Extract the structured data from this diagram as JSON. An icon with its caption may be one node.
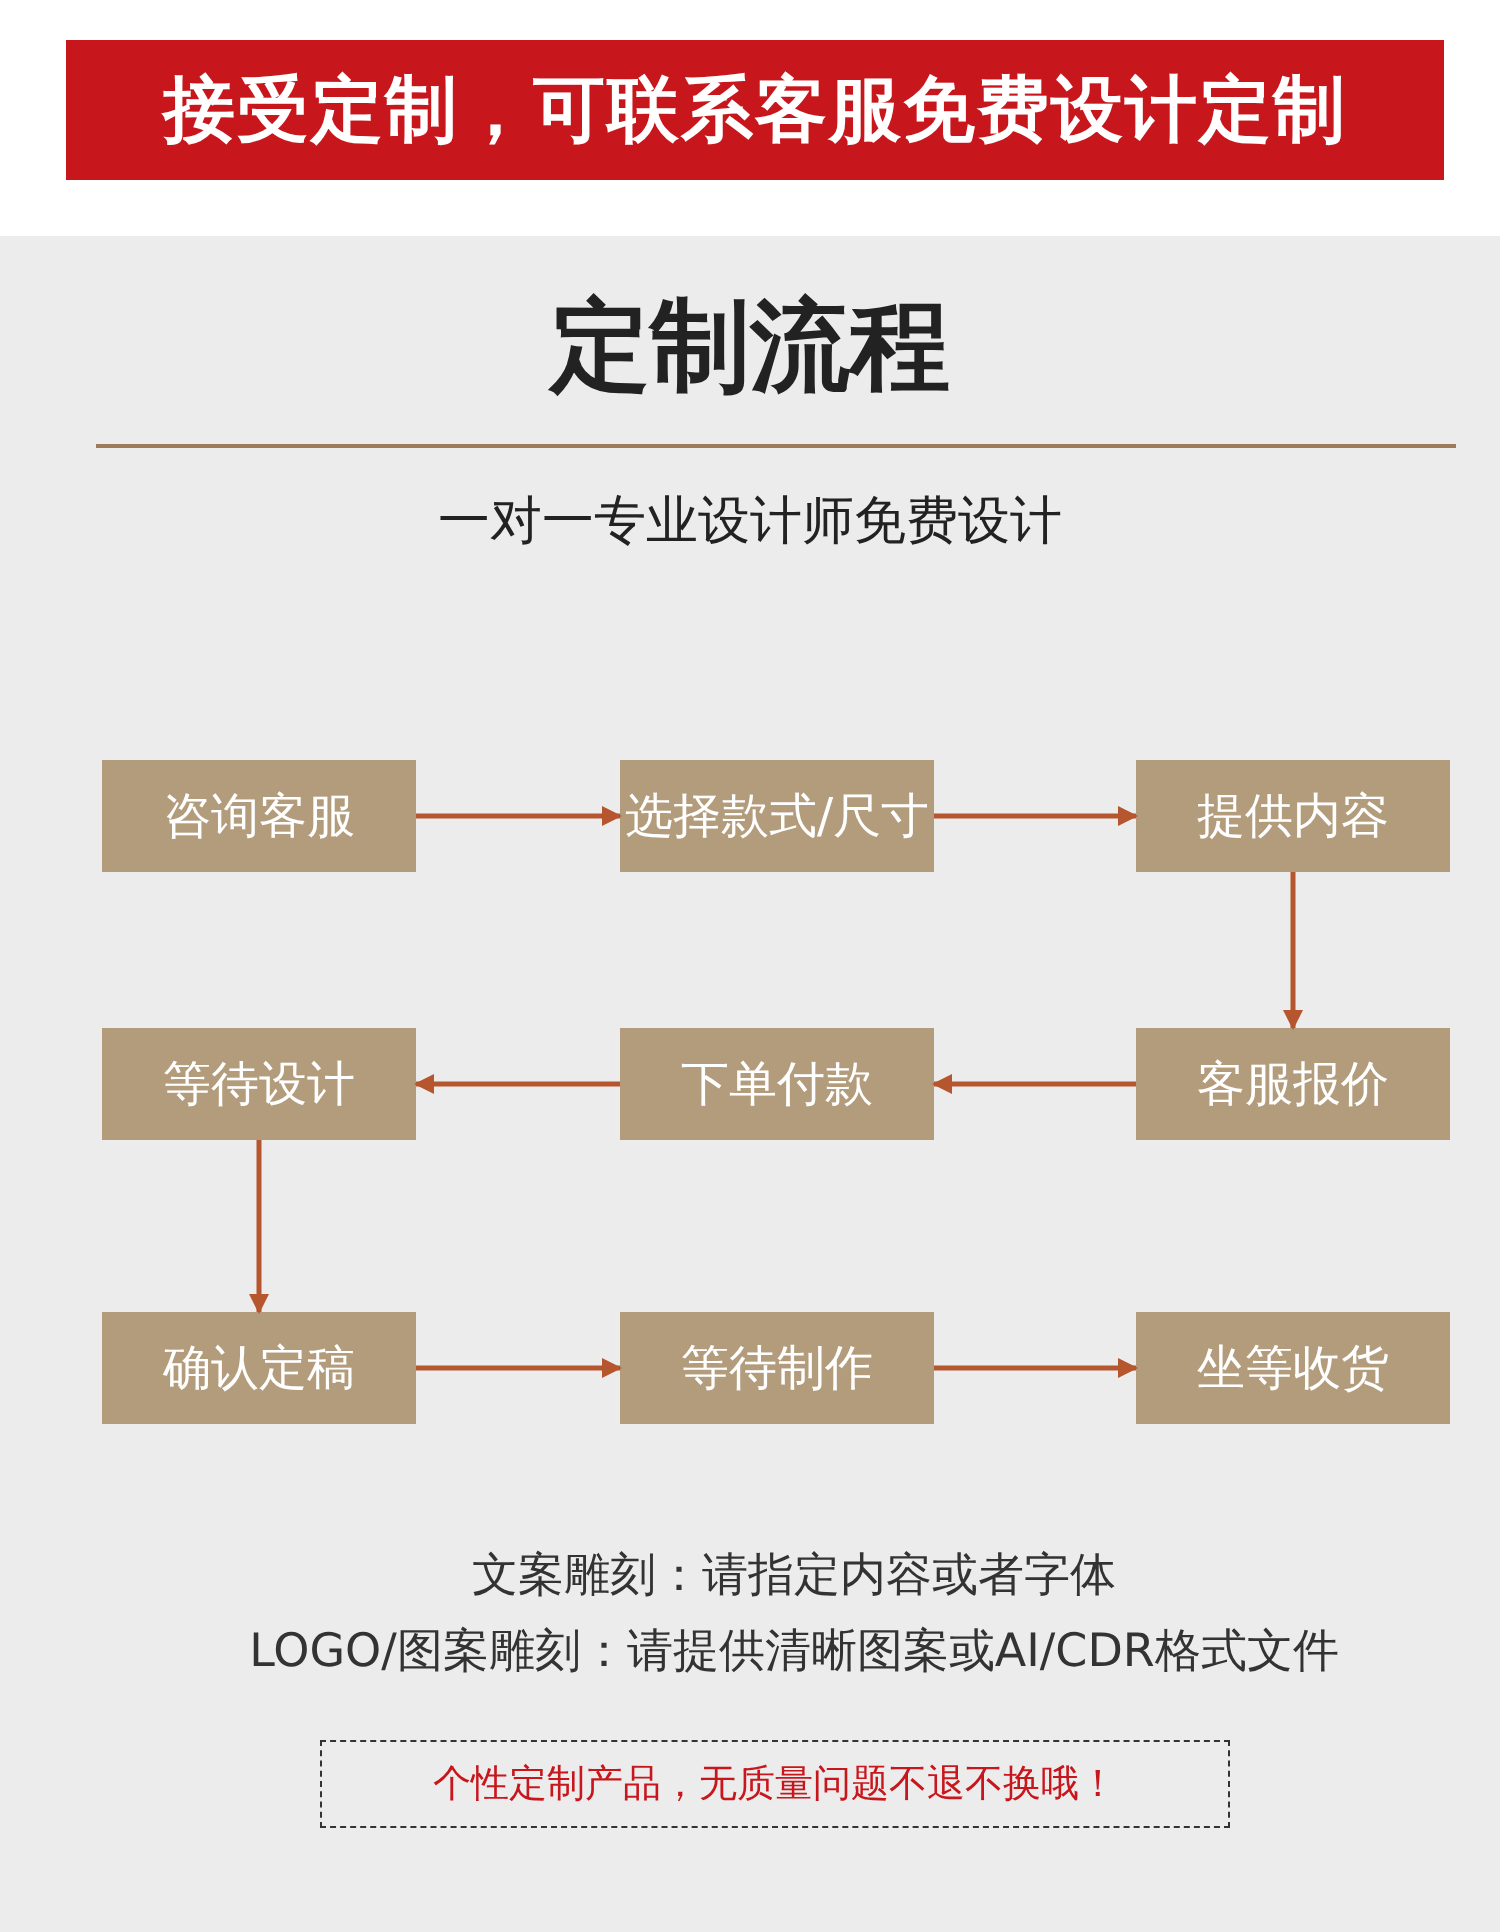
{
  "diagram": {
    "title": "定制流程",
    "nodes": [
      {
        "text": [
          "接受定制，可联系客服免费设计定制"
        ]
      },
      {
        "text": [
          "咨询客服"
        ]
      },
      {
        "text": [
          "选择款式/尺寸"
        ]
      },
      {
        "text": [
          "提供内容"
        ]
      },
      {
        "text": [
          "等待设计"
        ]
      },
      {
        "text": [
          "下单付款"
        ]
      },
      {
        "text": [
          "客服报价"
        ]
      },
      {
        "text": [
          "确认定稿"
        ]
      },
      {
        "text": [
          "等待制作"
        ]
      },
      {
        "text": [
          "坐等收货"
        ]
      },
      {
        "text": [
          "个性定制产品，无质量问题不退不换哦！"
        ]
      }
    ],
    "edges": [
      {
        "from": 1,
        "to": 2,
        "arrow": "to"
      },
      {
        "from": 2,
        "to": 3,
        "arrow": "to"
      },
      {
        "from": 3,
        "to": 6,
        "arrow": "to"
      },
      {
        "from": 6,
        "to": 5,
        "arrow": "to"
      },
      {
        "from": 5,
        "to": 4,
        "arrow": "to"
      },
      {
        "from": 4,
        "to": 7,
        "arrow": "to"
      },
      {
        "from": 7,
        "to": 8,
        "arrow": "to"
      },
      {
        "from": 8,
        "to": 9,
        "arrow": "to"
      }
    ],
    "labels": [
      "一对一专业设计师免费设计",
      "文案雕刻：请指定内容或者字体",
      "LOGO/图案雕刻：请提供清晰图案或AI/CDR格式文件"
    ]
  }
}
